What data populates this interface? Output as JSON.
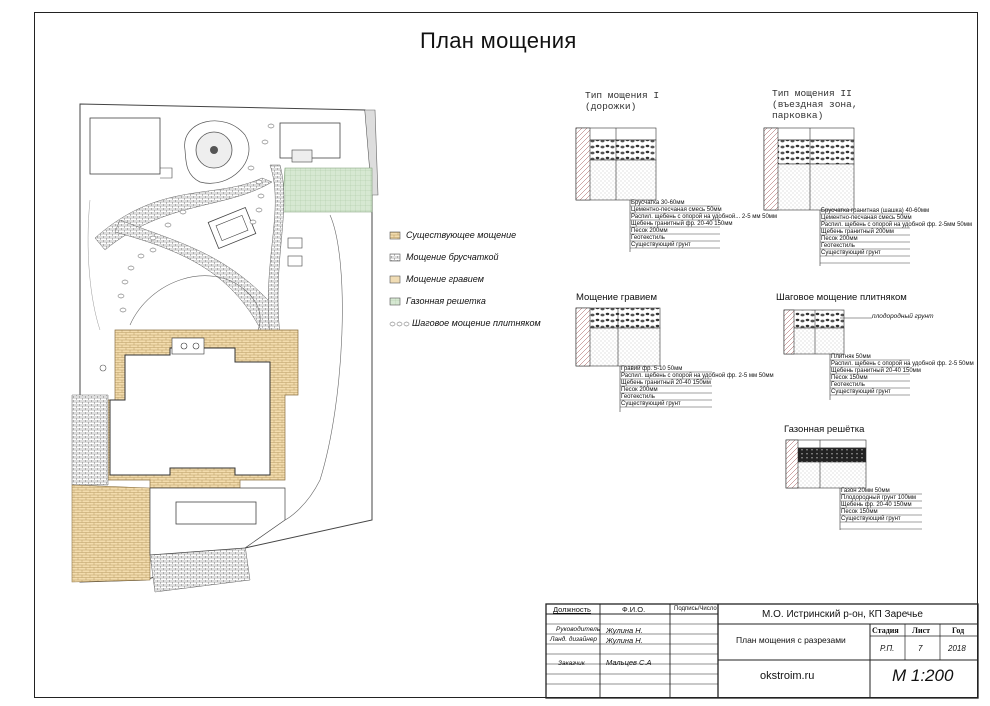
{
  "title": "План мощения",
  "legend": [
    {
      "label": "Существующее мощение",
      "color": "#f5deb3"
    },
    {
      "label": "Мощение брусчаткой",
      "color": "#ffffff"
    },
    {
      "label": "Мощение гравием",
      "color": "#f0dcb4"
    },
    {
      "label": "Газонная решетка",
      "color": "#d6e8d2"
    },
    {
      "label": "Шаговое мощение плитняком",
      "color": "#ffffff"
    }
  ],
  "sections": {
    "type1": {
      "title": "Тип мощения I\n(дорожки)",
      "layers": [
        "Брусчатка 30-60мм",
        "Цементно-песчаная смесь 50мм",
        "Распил. щебень с опорой на удобной...  2-5 мм 50мм",
        "Щебень гранитный фр. 20-40 150мм",
        "Песок 200мм",
        "Геотекстиль",
        "Существующий грунт"
      ]
    },
    "type2": {
      "title": "Тип мощения II\n(въездная зона,\nпарковка)",
      "layers": [
        "Брусчатка гранитная (шашка) 40-60мм",
        "Цементно-песчаная смесь 50мм",
        "Распил. щебень с опорой на удобной фр. 2-5мм 50мм",
        "Щебень гранитный 200мм",
        "Песок 200мм",
        "Геотекстиль",
        "Существующий грунт"
      ]
    },
    "gravel": {
      "title": "Мощение гравием",
      "layers": [
        "Гравий фр. 5-10 50мм",
        "Распил. щебень с опорой на удобной фр. 2-5 мм 50мм",
        "Щебень гранитный 20-40 150мм",
        "Песок 200мм",
        "Геотекстиль",
        "Существующий грунт"
      ]
    },
    "step": {
      "title": "Шаговое мощение плитняком",
      "callout": "плодородный грунт",
      "layers": [
        "Плитняк 50мм",
        "Распил. щебень с опорой на удобной фр. 2-5 50мм",
        "Щебень гранитный 20-40 150мм",
        "Песок 150мм",
        "Геотекстиль",
        "Существующий грунт"
      ]
    },
    "grid": {
      "title": "Газонная решётка",
      "layers": [
        "Газон 20мм 50мм",
        "Плодородный грунт 100мм",
        "Щебень фр. 20-40 150мм",
        "Песок 150мм",
        "Существующий грунт"
      ]
    }
  },
  "titleblock": {
    "col_position": "Должность",
    "col_name": "Ф.И.О.",
    "col_sign": "Подпись/Число",
    "rows": [
      {
        "role": "Руководитель",
        "name": "Жулина Н."
      },
      {
        "role": "Ланд. дизайнер",
        "name": "Жулина Н."
      },
      {
        "role": "Заказчик",
        "name": "Мальцев С.А"
      }
    ],
    "project": "М.О. Истринский  р-он, КП Заречье",
    "sheet_title": "План мощения с разрезами",
    "stage_label": "Стадия",
    "sheet_label": "Лист",
    "year_label": "Год",
    "stage": "Р.П.",
    "sheet": "7",
    "year": "2018",
    "site": "okstroim.ru",
    "scale": "М  1:200"
  }
}
